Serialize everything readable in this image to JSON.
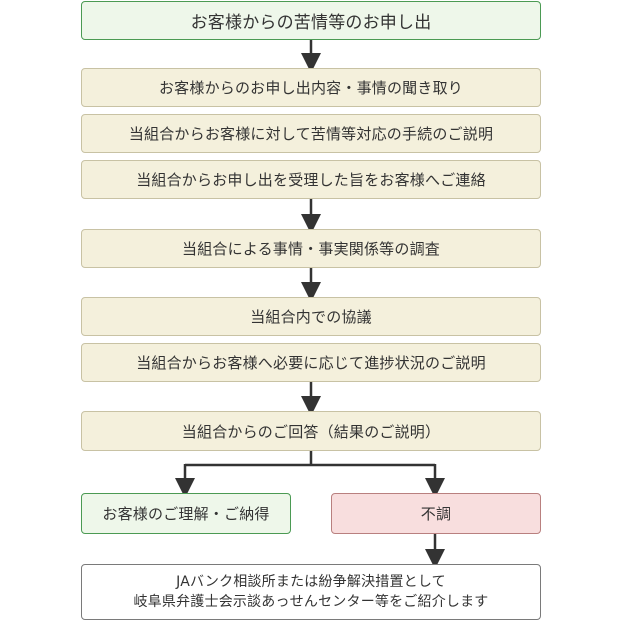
{
  "flow": {
    "start": "お客様からの苦情等のお申し出",
    "step1": "お客様からのお申し出内容・事情の聞き取り",
    "step2": "当組合からお客様に対して苦情等対応の手続のご説明",
    "step3": "当組合からお申し出を受理した旨をお客様へご連絡",
    "step4": "当組合による事情・事実関係等の調査",
    "step5": "当組合内での協議",
    "step6": "当組合からお客様へ必要に応じて進捗状況のご説明",
    "step7": "当組合からのご回答（結果のご説明）",
    "resolved": "お客様のご理解・ご納得",
    "unresolved": "不調",
    "referral_line1": "JAバンク相談所または紛争解決措置として",
    "referral_line2": "岐阜県弁護士会示談あっせんセンター等をご紹介します"
  },
  "colors": {
    "green_fill": "#eef7ea",
    "green_border": "#4b9a53",
    "beige_fill": "#f4f0dc",
    "pink_fill": "#f8dede",
    "arrow": "#333333"
  }
}
